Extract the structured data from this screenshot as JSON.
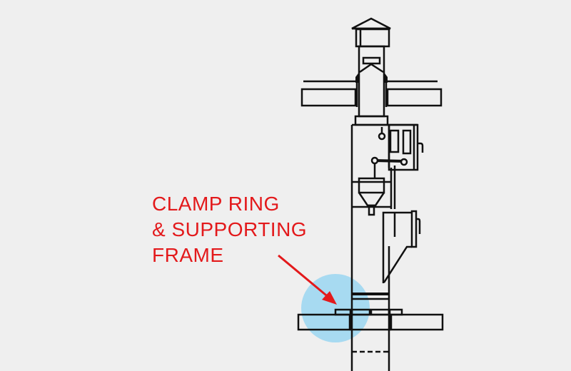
{
  "callout": {
    "lines": [
      "CLAMP RING",
      "& SUPPORTING",
      "FRAME"
    ],
    "text_color": "#e3191b",
    "highlight_color": "#8fd3f2"
  },
  "diagram": {
    "subject": "chimney-flue-assembly",
    "highlighted_part": "clamp-ring-and-supporting-frame"
  }
}
